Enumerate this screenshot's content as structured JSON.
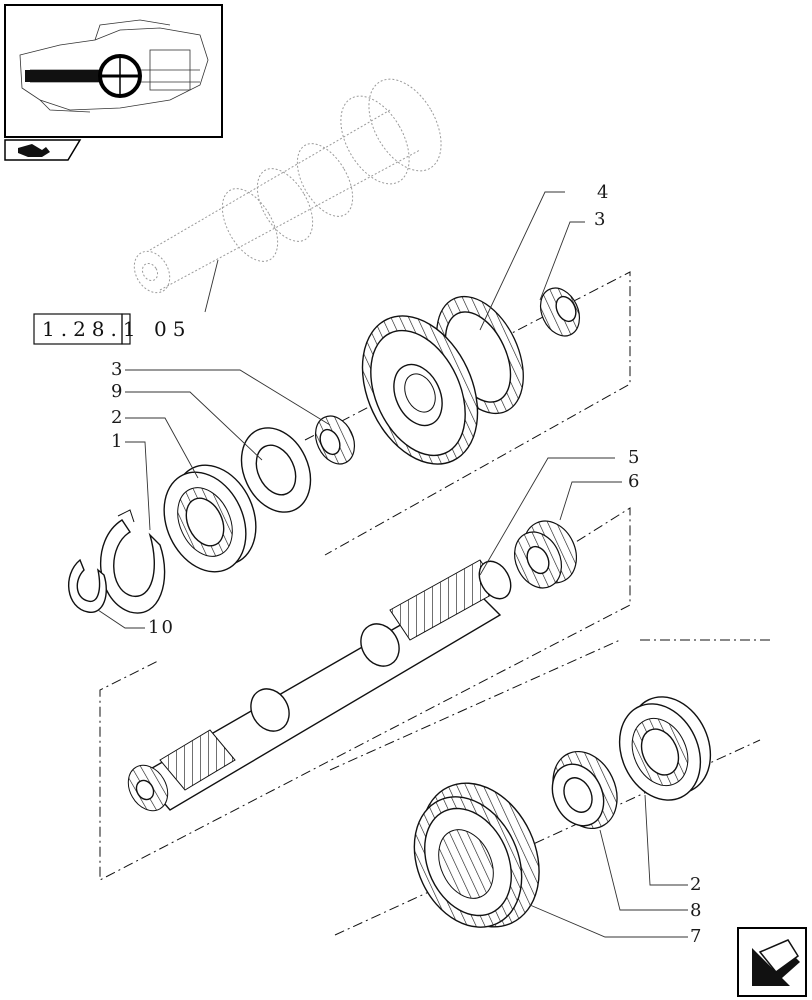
{
  "reference_box": {
    "text": "1.28.1 05",
    "chars": [
      "1",
      ".",
      "2",
      "8",
      ".",
      "1",
      "0",
      "5"
    ]
  },
  "callouts": [
    {
      "id": "c4",
      "label": "4"
    },
    {
      "id": "c3a",
      "label": "3"
    },
    {
      "id": "c3b",
      "label": "3"
    },
    {
      "id": "c9",
      "label": "9"
    },
    {
      "id": "c2a",
      "label": "2"
    },
    {
      "id": "c1",
      "label": "1"
    },
    {
      "id": "c10",
      "label": "10"
    },
    {
      "id": "c5",
      "label": "5"
    },
    {
      "id": "c6",
      "label": "6"
    },
    {
      "id": "c2b",
      "label": "2"
    },
    {
      "id": "c8",
      "label": "8"
    },
    {
      "id": "c7",
      "label": "7"
    }
  ],
  "icons": {
    "nav_top_left": "book-arrow-icon",
    "nav_bottom_right": "next-page-arrow-icon"
  }
}
